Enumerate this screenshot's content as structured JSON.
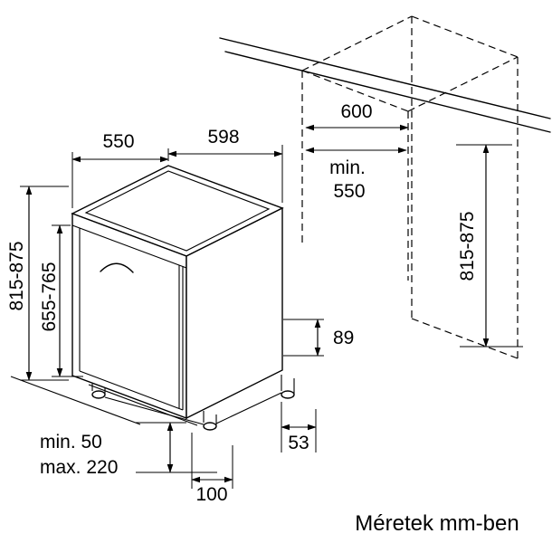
{
  "page": {
    "background": "#ffffff",
    "line_color": "#000000"
  },
  "caption": "Méretek mm-ben",
  "labels": {
    "top_depth": "550",
    "top_width": "598",
    "niche_depth": "600",
    "niche_min_prefix": "min.",
    "niche_min_value": "550",
    "appliance_height": "815-875",
    "door_height": "655-765",
    "niche_height": "815-875",
    "rear_base_height": "89",
    "rear_foot_offset": "53",
    "front_foot_offset": "100",
    "plinth_min": "min. 50",
    "plinth_max": "max. 220"
  }
}
